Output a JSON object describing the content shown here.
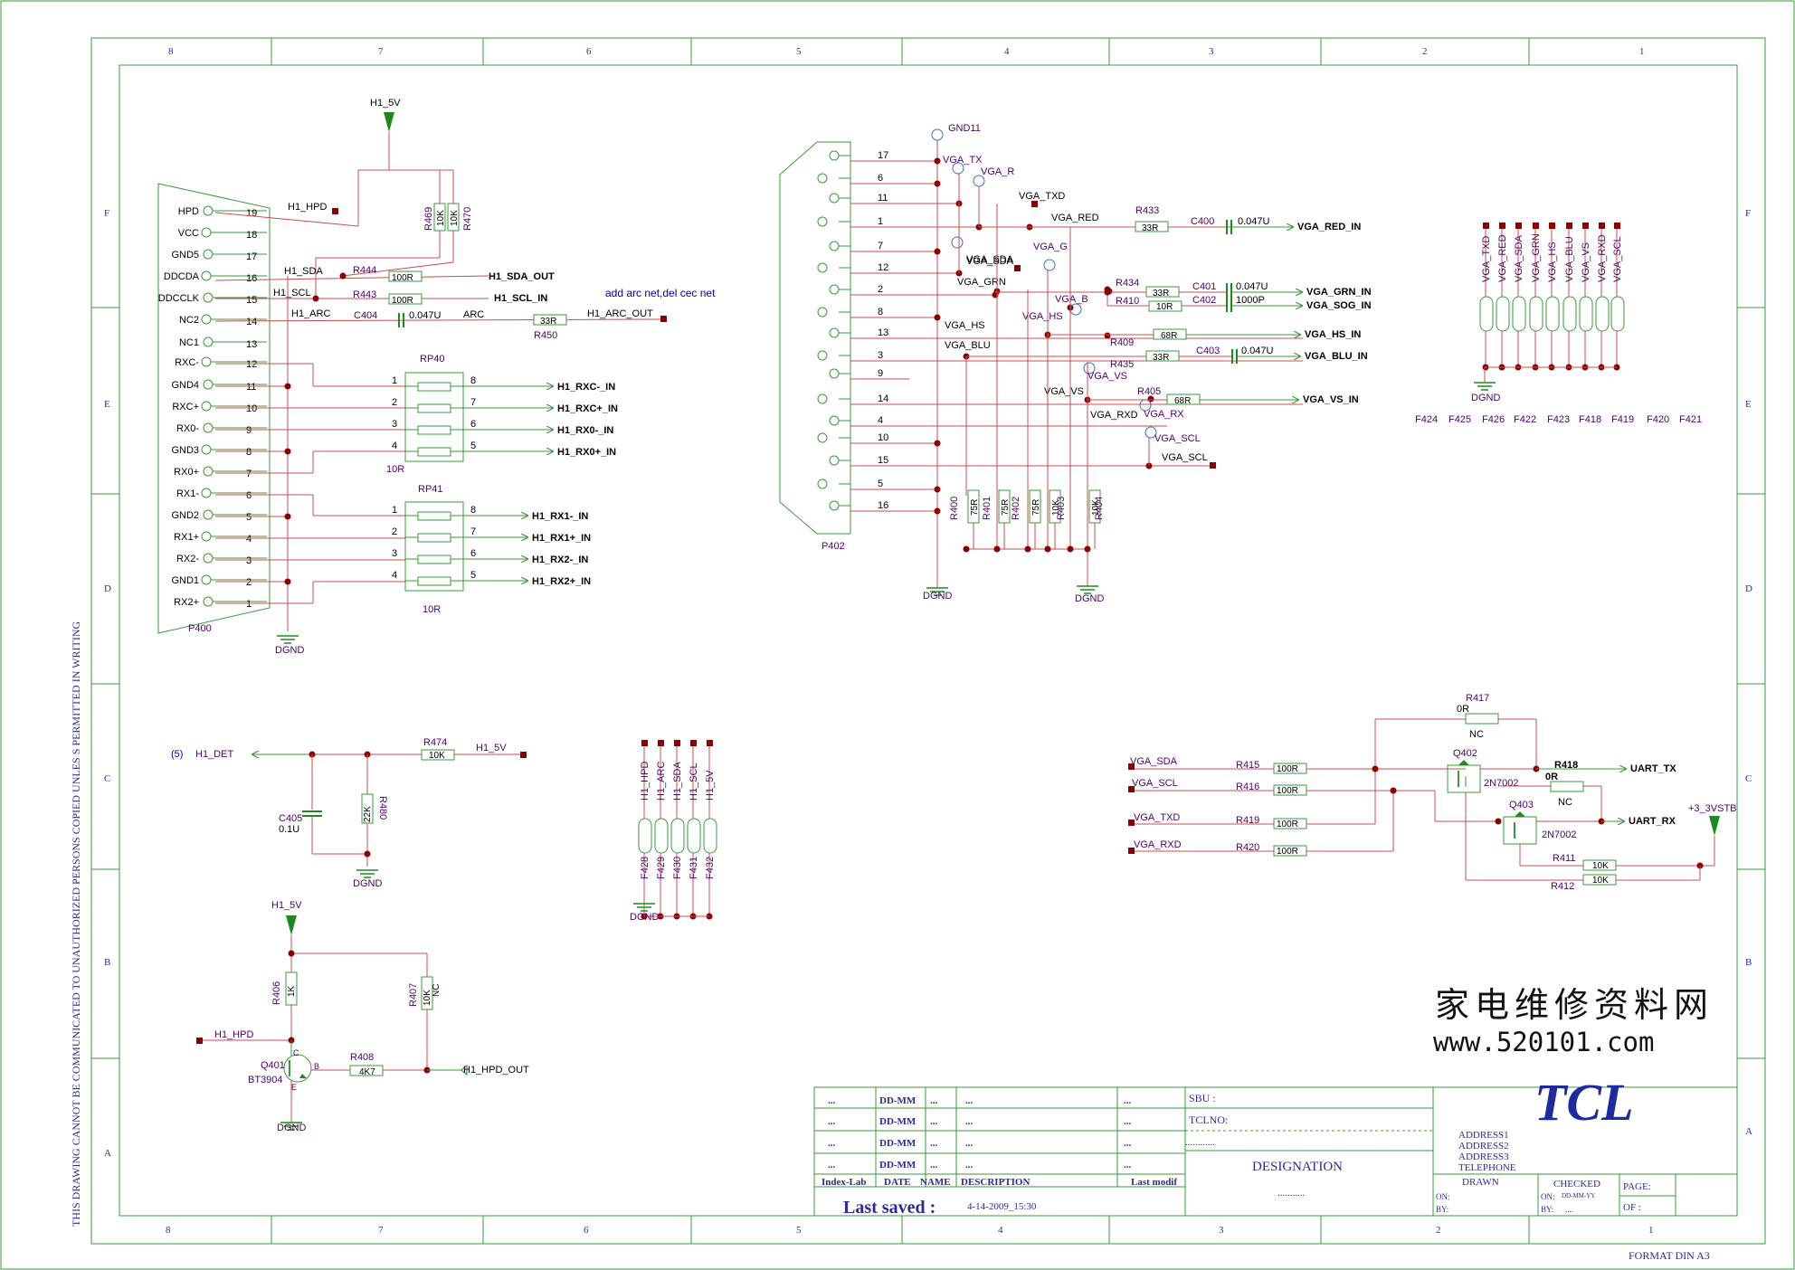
{
  "frame": {
    "col_labels": [
      "8",
      "7",
      "6",
      "5",
      "4",
      "3",
      "2",
      "1"
    ],
    "row_labels": [
      "F",
      "E",
      "D",
      "C",
      "B",
      "A"
    ],
    "side_note": "THIS DRAWING CANNOT BE COMMUNICATED TO UNAUTHORIZED PERSONS COPIED UNLES S PERMITTED IN WRITING",
    "format": "FORMAT DIN A3"
  },
  "p400": {
    "ref": "P400",
    "pins": [
      {
        "name": "HPD",
        "num": "19"
      },
      {
        "name": "VCC",
        "num": "18"
      },
      {
        "name": "GND5",
        "num": "17"
      },
      {
        "name": "DDCDA",
        "num": "16"
      },
      {
        "name": "DDCCLK",
        "num": "15"
      },
      {
        "name": "NC2",
        "num": "14"
      },
      {
        "name": "NC1",
        "num": "13"
      },
      {
        "name": "RXC-",
        "num": "12"
      },
      {
        "name": "GND4",
        "num": "11"
      },
      {
        "name": "RXC+",
        "num": "10"
      },
      {
        "name": "RX0-",
        "num": "9"
      },
      {
        "name": "GND3",
        "num": "8"
      },
      {
        "name": "RX0+",
        "num": "7"
      },
      {
        "name": "RX1-",
        "num": "6"
      },
      {
        "name": "GND2",
        "num": "5"
      },
      {
        "name": "RX1+",
        "num": "4"
      },
      {
        "name": "RX2-",
        "num": "3"
      },
      {
        "name": "GND1",
        "num": "2"
      },
      {
        "name": "RX2+",
        "num": "1"
      }
    ],
    "h1_5v": "H1_5V",
    "r469": "R469",
    "r469_val": "10K",
    "r470": "R470",
    "r470_val": "10K",
    "h1_hpd": "H1_HPD",
    "h1_sda": "H1_SDA",
    "h1_scl": "H1_SCL",
    "h1_arc": "H1_ARC",
    "r444": "R444",
    "r444_val": "100R",
    "h1_sda_out": "H1_SDA_OUT",
    "r443": "R443",
    "r443_val": "100R",
    "h1_scl_in": "H1_SCL_IN",
    "c404": "C404",
    "c404_val": "0.047U",
    "arc": "ARC",
    "r450": "R450",
    "r450_val": "33R",
    "h1_arc_out": "H1_ARC_OUT",
    "note": "add arc net,del cec net",
    "rp40": "RP40",
    "rp40_val": "10R",
    "rp40_out": [
      "H1_RXC-_IN",
      "H1_RXC+_IN",
      "H1_RX0-_IN",
      "H1_RX0+_IN"
    ],
    "rp41": "RP41",
    "rp41_val": "10R",
    "rp41_out": [
      "H1_RX1-_IN",
      "H1_RX1+_IN",
      "H1_RX2-_IN",
      "H1_RX2+_IN"
    ],
    "rp_left": [
      "1",
      "2",
      "3",
      "4"
    ],
    "rp_right": [
      "8",
      "7",
      "6",
      "5"
    ],
    "dgnd": "DGND"
  },
  "vga": {
    "ref": "P402",
    "pins": [
      "17",
      "6",
      "11",
      "1",
      "7",
      "12",
      "2",
      "8",
      "13",
      "3",
      "9",
      "14",
      "4",
      "10",
      "15",
      "5",
      "16"
    ],
    "gnd11": "GND11",
    "nets": {
      "vga_tx": "VGA_TX",
      "vga_r": "VGA_R",
      "vga_txd": "VGA_TXD",
      "vga_red": "VGA_RED",
      "vga_sda_1": "VGA_SDA",
      "vga_sda_2": "VGA_SDA",
      "vga_g": "VGA_G",
      "vga_grn": "VGA_GRN",
      "vga_b": "VGA_B",
      "vga_hs_1": "VGA_HS",
      "vga_hs_2": "VGA_HS",
      "vga_blu": "VGA_BLU",
      "vga_vs_1": "VGA_VS",
      "vga_vs_2": "VGA_VS",
      "vga_rxd": "VGA_RXD",
      "vga_rx": "VGA_RX",
      "vga_scl_1": "VGA_SCL",
      "vga_scl_2": "VGA_SCL"
    },
    "r433": "R433",
    "r433_val": "33R",
    "c400": "C400",
    "c400_val": "0.047U",
    "vga_red_in": "VGA_RED_IN",
    "r434": "R434",
    "r434_val": "33R",
    "c401": "C401",
    "c401_val": "0.047U",
    "vga_grn_in": "VGA_GRN_IN",
    "r410": "R410",
    "r410_val": "10R",
    "c402": "C402",
    "c402_val": "1000P",
    "vga_sog_in": "VGA_SOG_IN",
    "r409": "R409",
    "r409_val": "68R",
    "vga_hs_in": "VGA_HS_IN",
    "r435": "R435",
    "r435_val": "33R",
    "c403": "C403",
    "c403_val": "0.047U",
    "vga_blu_in": "VGA_BLU_IN",
    "r405": "R405",
    "r405_val": "68R",
    "vga_vs_in": "VGA_VS_IN",
    "r400": "R400",
    "r400_val": "75R",
    "r401": "R401",
    "r401_val": "75R",
    "r402": "R402",
    "r402_val": "75R",
    "r403": "R403",
    "r403_val": "10K",
    "r404": "R404",
    "r404_val": "10K",
    "dgnd_1": "DGND",
    "dgnd_2": "DGND"
  },
  "testpoints_right": {
    "labels": [
      "VGA_TXD",
      "VGA_RED",
      "VGA_SDA",
      "VGA_GRN",
      "VGA_HS",
      "VGA_BLU",
      "VGA_VS",
      "VGA_RXD",
      "VGA_SCL"
    ],
    "refs": [
      "F424",
      "F425",
      "F426",
      "F422",
      "F423",
      "F418",
      "F419",
      "F420",
      "F421"
    ],
    "dgnd": "DGND"
  },
  "testpoints_mid": {
    "labels": [
      "H1_HPD",
      "H1_ARC",
      "H1_SDA",
      "H1_SCL",
      "H1_5V"
    ],
    "refs": [
      "F428",
      "F429",
      "F430",
      "F431",
      "F432"
    ],
    "dgnd": "DGND"
  },
  "det": {
    "sheet": "(5)",
    "h1_det": "H1_DET",
    "r474": "R474",
    "r474_val": "10K",
    "h1_5v": "H1_5V",
    "c405": "C405",
    "c405_val": "0.1U",
    "r480": "R480",
    "r480_val": "22K",
    "dgnd": "DGND"
  },
  "hpd": {
    "h1_5v": "H1_5V",
    "r406": "R406",
    "r406_val": "1K",
    "r407": "R407",
    "r407_val": "10K",
    "r407_nc": "NC",
    "h1_hpd": "H1_HPD",
    "q401": "Q401",
    "q401_val": "BT3904",
    "pin_c": "C",
    "pin_b": "B",
    "pin_e": "E",
    "r408": "R408",
    "r408_val": "4K7",
    "h1_hpd_out": "H1_HPD_OUT",
    "dgnd": "DGND"
  },
  "uart": {
    "vga_sda": "VGA_SDA",
    "vga_scl": "VGA_SCL",
    "vga_txd": "VGA_TXD",
    "vga_rxd": "VGA_RXD",
    "r415": "R415",
    "r415_val": "100R",
    "r416": "R416",
    "r416_val": "100R",
    "r419": "R419",
    "r419_val": "100R",
    "r420": "R420",
    "r420_val": "100R",
    "r417": "R417",
    "r417_val": "0R",
    "r417_nc": "NC",
    "r418": "R418",
    "r418_val": "0R",
    "r418_nc": "NC",
    "q402": "Q402",
    "q402_val": "2N7002",
    "q403": "Q403",
    "q403_val": "2N7002",
    "uart_tx": "UART_TX",
    "uart_rx": "UART_RX",
    "vstb": "+3_3VSTB",
    "r411": "R411",
    "r411_val": "10K",
    "r412": "R412",
    "r412_val": "10K"
  },
  "watermark": {
    "cn": "家电维修资料网",
    "url": "www.520101.com"
  },
  "title_block": {
    "rows": [
      {
        "a": "...",
        "b": "DD-MM",
        "c": "...",
        "d": "...",
        "e": "..."
      },
      {
        "a": "...",
        "b": "DD-MM",
        "c": "...",
        "d": "...",
        "e": "..."
      },
      {
        "a": "...",
        "b": "DD-MM",
        "c": "...",
        "d": "...",
        "e": "..."
      },
      {
        "a": "...",
        "b": "DD-MM",
        "c": "...",
        "d": "...",
        "e": "..."
      }
    ],
    "hdr_index": "Index-Lab",
    "hdr_date": "DATE",
    "hdr_name": "NAME",
    "hdr_desc": "DESCRIPTION",
    "hdr_last": "Last modif",
    "sbu": "SBU :",
    "tclno": "TCLNO:",
    "dots": "............",
    "designation": "DESIGNATION",
    "designation_dots": "...........",
    "logo": "TCL",
    "address": [
      "ADDRESS1",
      "ADDRESS2",
      "ADDRESS3",
      "TELEPHONE"
    ],
    "drawn": "DRAWN",
    "checked": "CHECKED",
    "page": "PAGE:",
    "of": "OF :",
    "on1": "ON:",
    "by1": "BY:",
    "on2": "ON:",
    "on2_val": "DD-MM-YY",
    "by2": "BY:",
    "by2_val": "....",
    "last_saved": "Last saved :",
    "last_saved_val": "4-14-2009_15:30"
  }
}
